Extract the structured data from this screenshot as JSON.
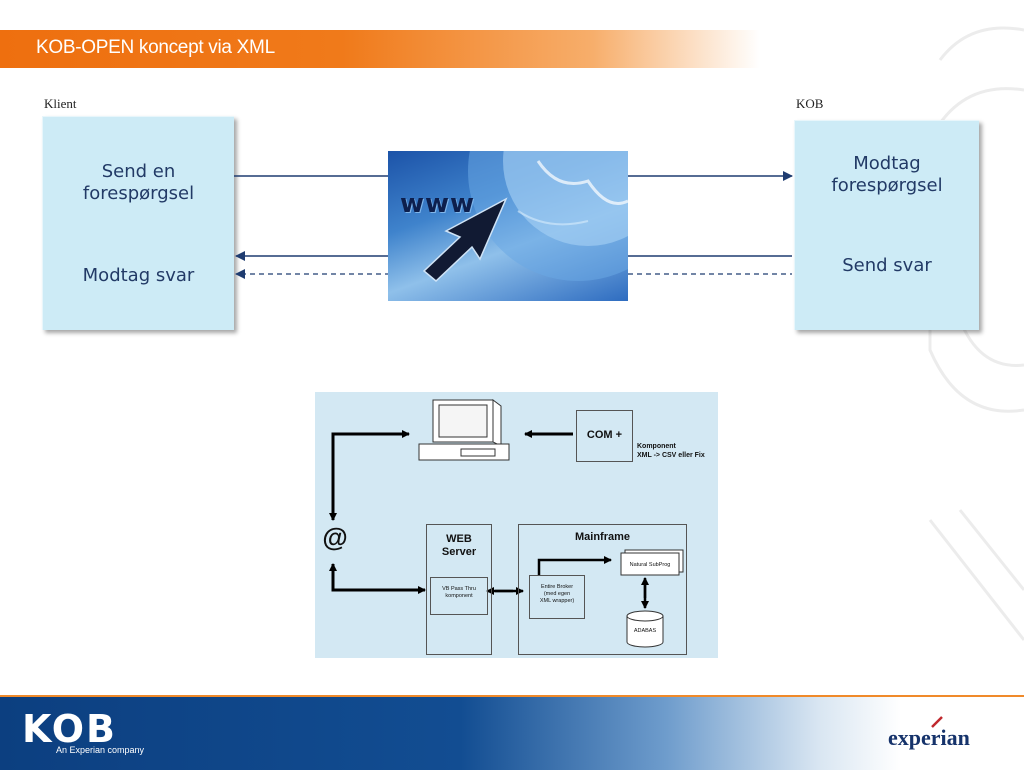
{
  "title": "KOB-OPEN koncept via XML",
  "left_label": "Klient",
  "right_label": "KOB",
  "client_box": {
    "line1": "Send en",
    "line2": "forespørgsel",
    "line3": "Modtag svar"
  },
  "kob_box": {
    "line1": "Modtag",
    "line2": "forespørgsel",
    "line3": "Send svar"
  },
  "www_image": {
    "label": "www"
  },
  "architecture": {
    "com_label": "COM +",
    "component_note_line1": "Komponent",
    "component_note_line2": "XML -> CSV eller Fix",
    "at_symbol": "@",
    "web_server_line1": "WEB",
    "web_server_line2": "Server",
    "vb_line1": "VB Pass Thru",
    "vb_line2": "komponent",
    "mainframe_label": "Mainframe",
    "natural_label": "Natural SubProg",
    "entire_line1": "Entire Broker",
    "entire_line2": "(med egen",
    "entire_line3": "XML wrapper)",
    "adabas_label": "ADABAS"
  },
  "footer": {
    "kob_logo": "KOB",
    "kob_tagline": "An Experian company",
    "experian_logo": "experian"
  },
  "colors": {
    "orange": "#ee6f0f",
    "box_fill": "#cdebf6",
    "navy": "#0c3f80",
    "panel": "#d3e8f3"
  }
}
